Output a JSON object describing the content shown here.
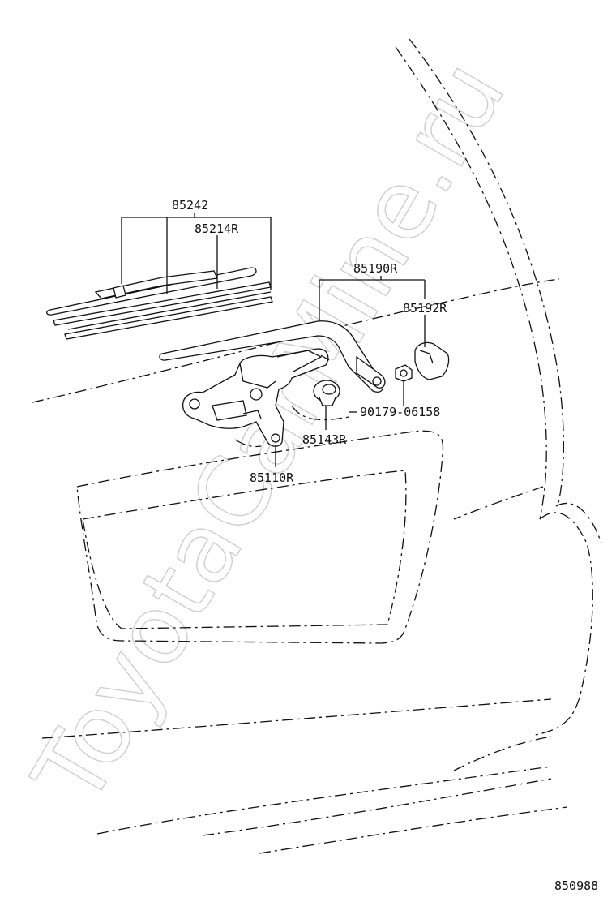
{
  "diagram": {
    "figure_number": "850988",
    "watermark": "ToyotaCarMine.ru",
    "parts": [
      {
        "id": "blade",
        "number": "85242"
      },
      {
        "id": "rubber",
        "number": "85214R"
      },
      {
        "id": "arm",
        "number": "85190R"
      },
      {
        "id": "cap",
        "number": "85192R"
      },
      {
        "id": "nut",
        "number": "90179-06158"
      },
      {
        "id": "bushing",
        "number": "85143R"
      },
      {
        "id": "motor",
        "number": "85110R"
      }
    ]
  }
}
